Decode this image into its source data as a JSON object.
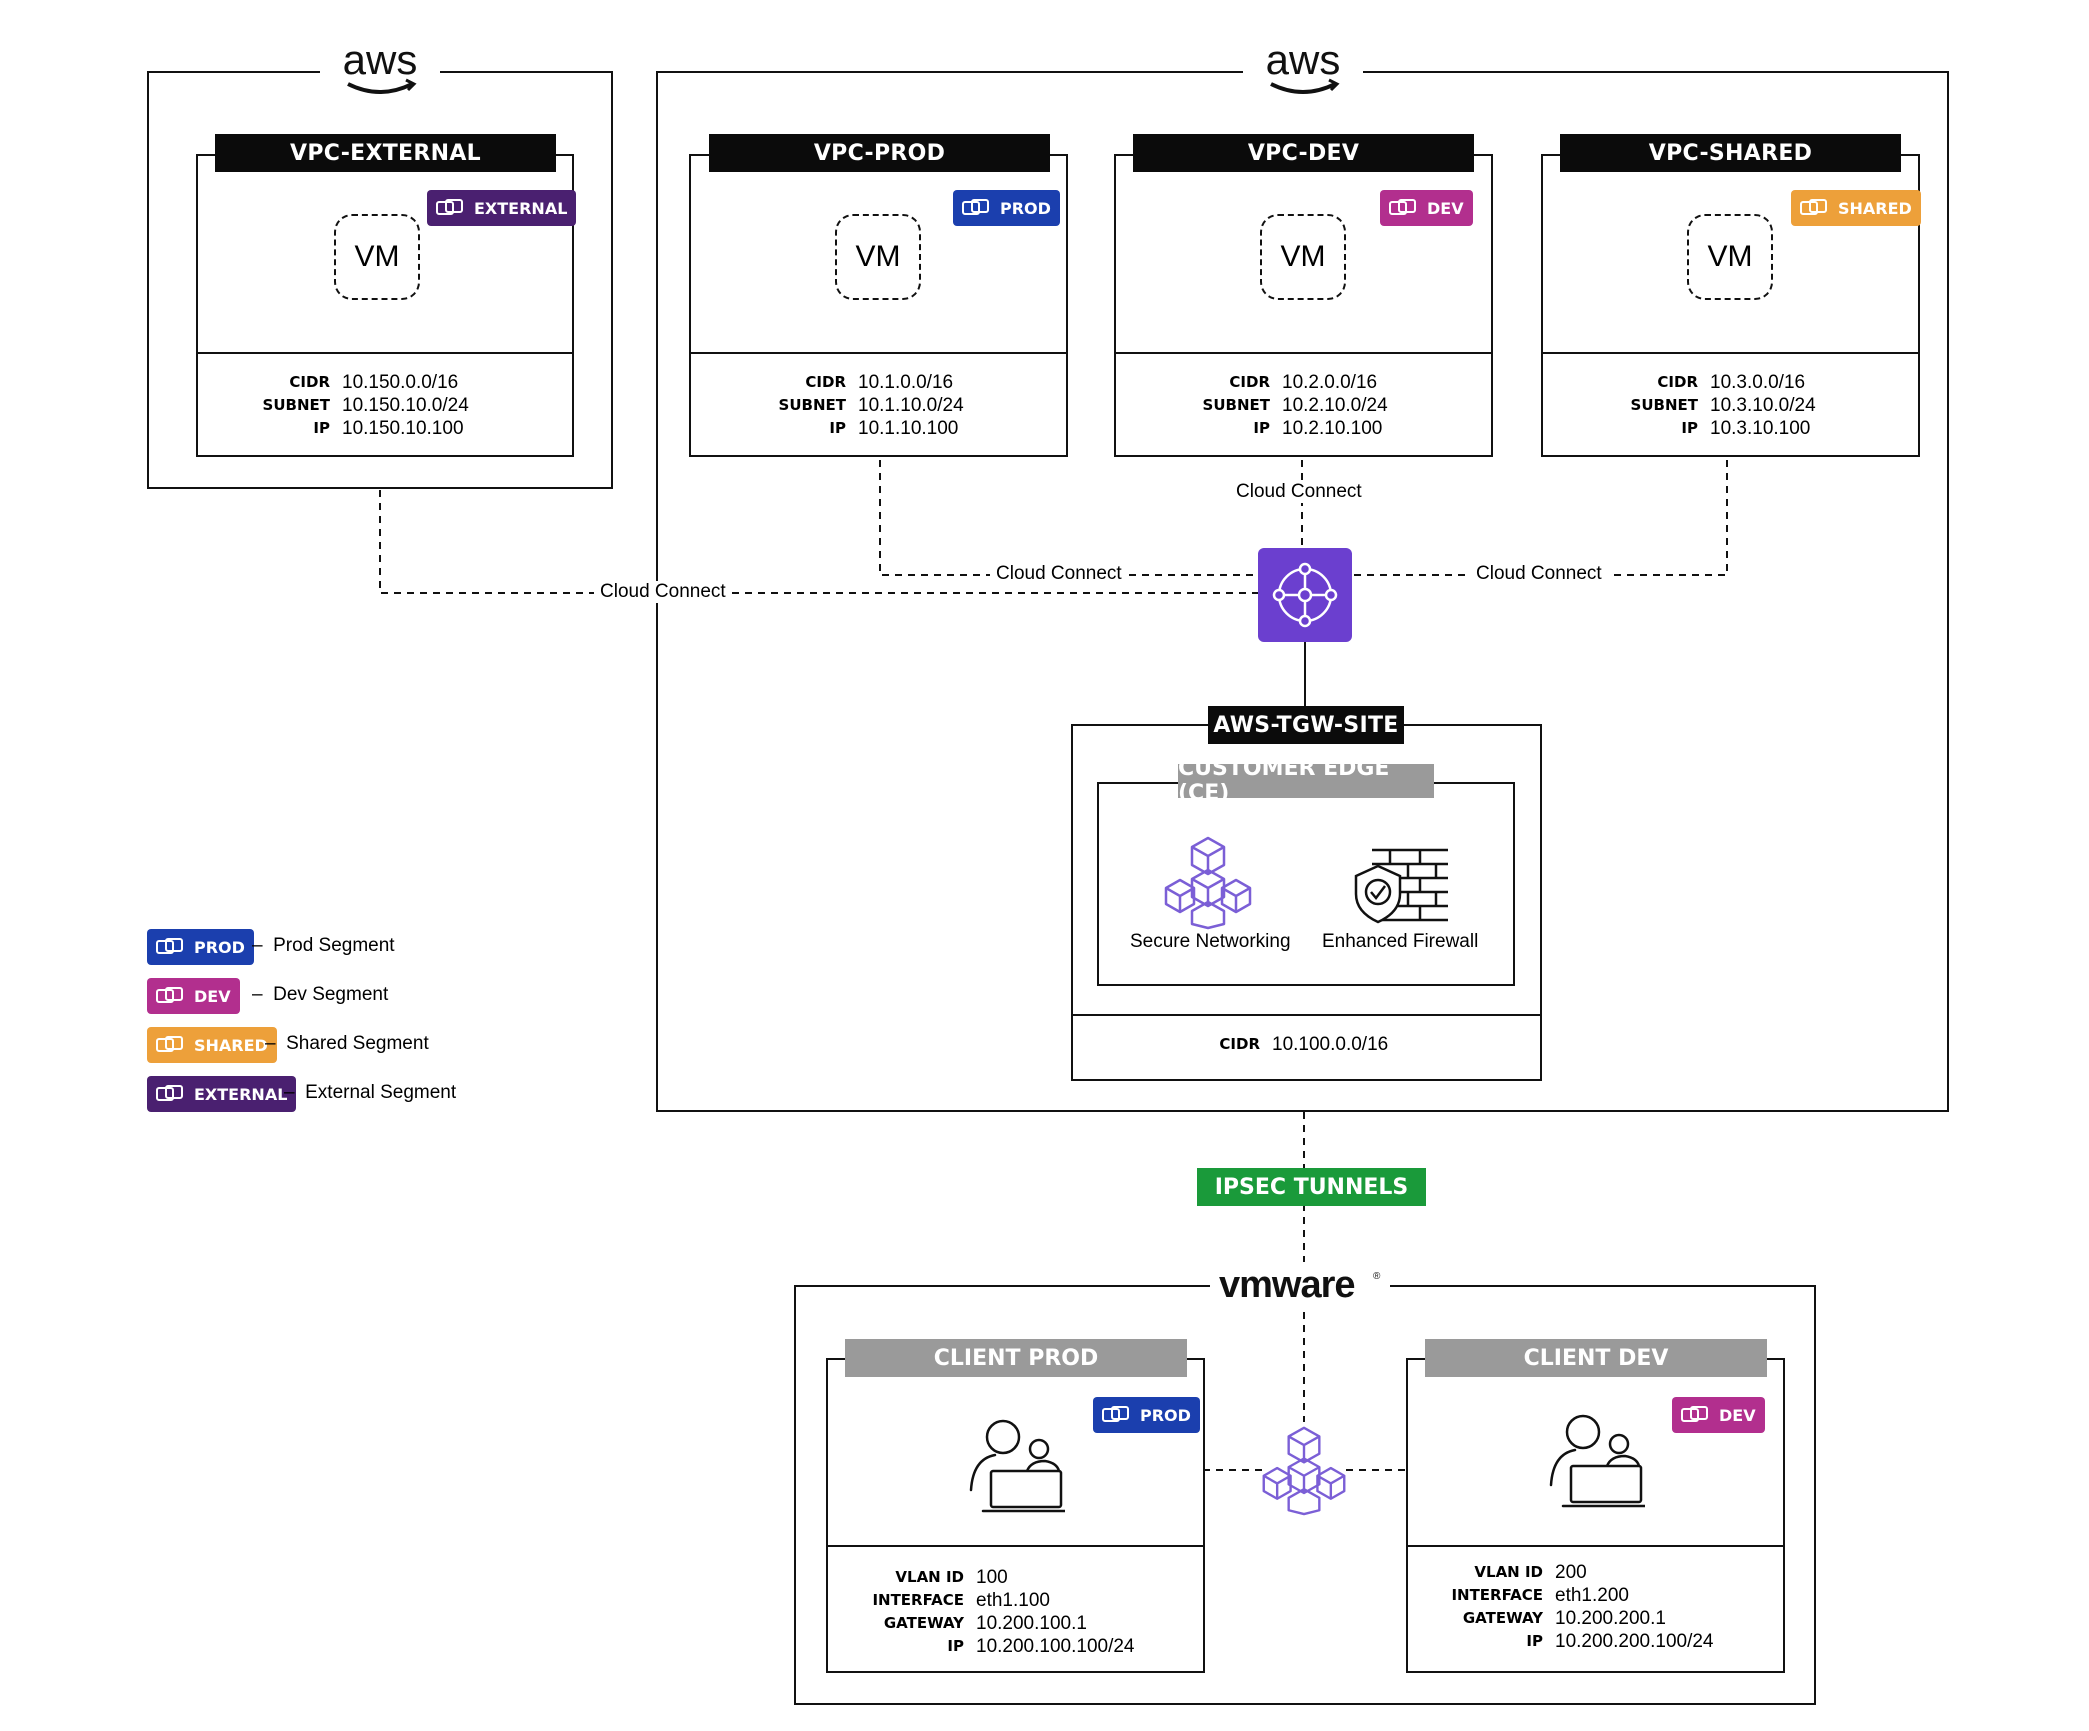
{
  "brands": {
    "aws": "aws",
    "vmware": "vmware"
  },
  "vpcs": [
    {
      "title": "VPC-EXTERNAL",
      "badge": "EXTERNAL",
      "vm": "VM",
      "rows": [
        [
          "CIDR",
          "10.150.0.0/16"
        ],
        [
          "SUBNET",
          "10.150.10.0/24"
        ],
        [
          "IP",
          "10.150.10.100"
        ]
      ]
    },
    {
      "title": "VPC-PROD",
      "badge": "PROD",
      "vm": "VM",
      "rows": [
        [
          "CIDR",
          "10.1.0.0/16"
        ],
        [
          "SUBNET",
          "10.1.10.0/24"
        ],
        [
          "IP",
          "10.1.10.100"
        ]
      ]
    },
    {
      "title": "VPC-DEV",
      "badge": "DEV",
      "vm": "VM",
      "rows": [
        [
          "CIDR",
          "10.2.0.0/16"
        ],
        [
          "SUBNET",
          "10.2.10.0/24"
        ],
        [
          "IP",
          "10.2.10.100"
        ]
      ]
    },
    {
      "title": "VPC-SHARED",
      "badge": "SHARED",
      "vm": "VM",
      "rows": [
        [
          "CIDR",
          "10.3.0.0/16"
        ],
        [
          "SUBNET",
          "10.3.10.0/24"
        ],
        [
          "IP",
          "10.3.10.100"
        ]
      ]
    }
  ],
  "connections": {
    "cloud_connect": "Cloud Connect"
  },
  "tgw_site": {
    "title": "AWS-TGW-SITE",
    "ce_title": "CUSTOMER EDGE (CE)",
    "secure_networking": "Secure Networking",
    "enhanced_firewall": "Enhanced Firewall",
    "cidr_key": "CIDR",
    "cidr_value": "10.100.0.0/16"
  },
  "ipsec": "IPSEC TUNNELS",
  "clients": [
    {
      "title": "CLIENT PROD",
      "badge": "PROD",
      "rows": [
        [
          "VLAN ID",
          "100"
        ],
        [
          "INTERFACE",
          "eth1.100"
        ],
        [
          "GATEWAY",
          "10.200.100.1"
        ],
        [
          "IP",
          "10.200.100.100/24"
        ]
      ]
    },
    {
      "title": "CLIENT DEV",
      "badge": "DEV",
      "rows": [
        [
          "VLAN ID",
          "200"
        ],
        [
          "INTERFACE",
          "eth1.200"
        ],
        [
          "GATEWAY",
          "10.200.200.1"
        ],
        [
          "IP",
          "10.200.200.100/24"
        ]
      ]
    }
  ],
  "legend": [
    {
      "badge": "PROD",
      "text": "Prod Segment",
      "color": "#1b3fae"
    },
    {
      "badge": "DEV",
      "text": "Dev Segment",
      "color": "#b22f8e"
    },
    {
      "badge": "SHARED",
      "text": "Shared Segment",
      "color": "#eda03a"
    },
    {
      "badge": "EXTERNAL",
      "text": "External Segment",
      "color": "#4a2070"
    }
  ],
  "icons": {
    "badge_icon": "segment-icon",
    "tgw": "transit-gateway-icon",
    "networking": "cubes-icon",
    "firewall": "firewall-shield-icon",
    "client": "user-laptop-icon"
  },
  "colors": {
    "tgw_purple": "#6b3fcf",
    "cube_purple": "#7b5fd6",
    "ipsec_green": "#1a9a3a"
  }
}
